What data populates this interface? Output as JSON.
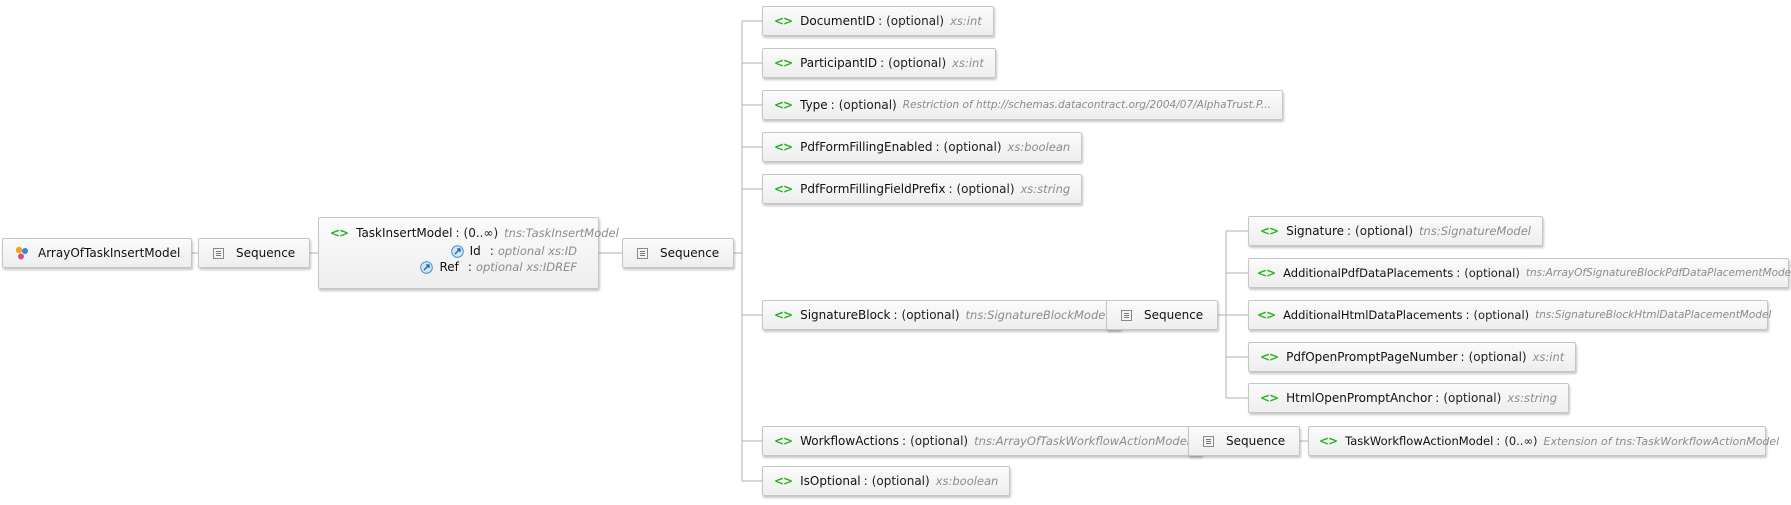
{
  "root": {
    "name": "ArrayOfTaskInsertModel",
    "icon": "complex-type-icon"
  },
  "seq_label": "Sequence",
  "task_insert": {
    "name": "TaskInsertModel",
    "occurs": "(0..∞)",
    "type": "tns:TaskInsertModel",
    "attributes": [
      {
        "name": "Id",
        "sep": ":",
        "meta": "optional xs:ID"
      },
      {
        "name": "Ref",
        "sep": ":",
        "meta": "optional xs:IDREF"
      }
    ]
  },
  "elements": [
    {
      "name": "DocumentID",
      "occurs": "(optional)",
      "type": "xs:int"
    },
    {
      "name": "ParticipantID",
      "occurs": "(optional)",
      "type": "xs:int"
    },
    {
      "name": "Type",
      "occurs": "(optional)",
      "type": "Restriction of http://schemas.datacontract.org/2004/07/AlphaTrust.P..."
    },
    {
      "name": "PdfFormFillingEnabled",
      "occurs": "(optional)",
      "type": "xs:boolean"
    },
    {
      "name": "PdfFormFillingFieldPrefix",
      "occurs": "(optional)",
      "type": "xs:string"
    },
    {
      "name": "SignatureBlock",
      "occurs": "(optional)",
      "type": "tns:SignatureBlockModel"
    },
    {
      "name": "WorkflowActions",
      "occurs": "(optional)",
      "type": "tns:ArrayOfTaskWorkflowActionModel"
    },
    {
      "name": "IsOptional",
      "occurs": "(optional)",
      "type": "xs:boolean"
    }
  ],
  "signature_children": [
    {
      "name": "Signature",
      "occurs": "(optional)",
      "type": "tns:SignatureModel"
    },
    {
      "name": "AdditionalPdfDataPlacements",
      "occurs": "(optional)",
      "type": "tns:ArrayOfSignatureBlockPdfDataPlacementModel"
    },
    {
      "name": "AdditionalHtmlDataPlacements",
      "occurs": "(optional)",
      "type": "tns:SignatureBlockHtmlDataPlacementModel"
    },
    {
      "name": "PdfOpenPromptPageNumber",
      "occurs": "(optional)",
      "type": "xs:int"
    },
    {
      "name": "HtmlOpenPromptAnchor",
      "occurs": "(optional)",
      "type": "xs:string"
    }
  ],
  "workflow_child": {
    "name": "TaskWorkflowActionModel",
    "occurs": "(0..∞)",
    "type": "Extension of tns:TaskWorkflowActionModel"
  },
  "colors": {
    "element_icon": "#27b41c",
    "type_text": "#8c8c8c",
    "connector": "#b0b0b0"
  }
}
